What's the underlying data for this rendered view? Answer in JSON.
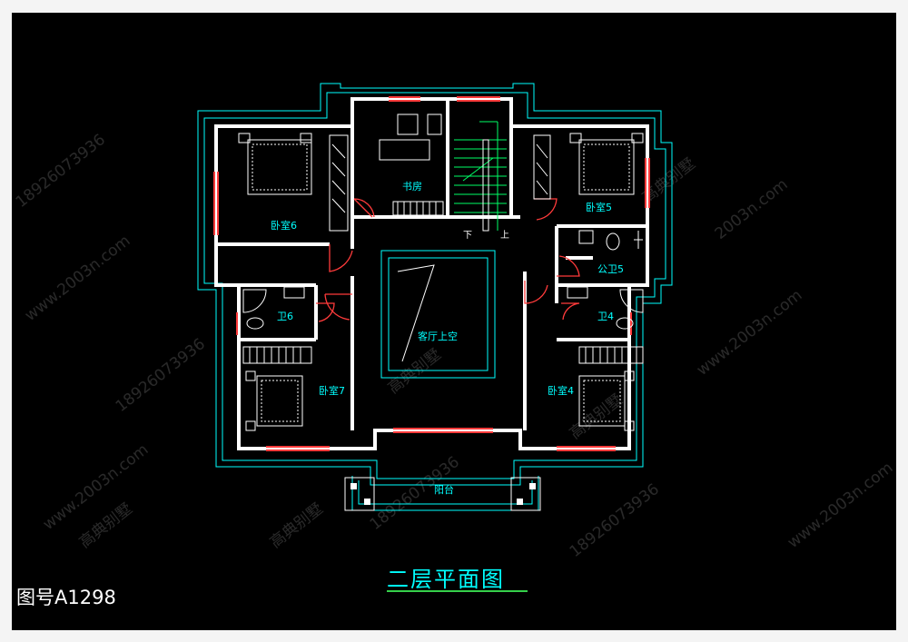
{
  "drawing": {
    "title": "二层平面图",
    "drawing_number": "图号A1298"
  },
  "rooms": {
    "study": "书房",
    "bedroom_5": "卧室5",
    "bedroom_6": "卧室6",
    "bedroom_7": "卧室7",
    "bedroom_4": "卧室4",
    "bath_6": "卫6",
    "bath_4": "卫4",
    "public_bath_5": "公卫5",
    "living_void": "客厅上空",
    "balcony": "阳台",
    "stair_down": "下",
    "stair_up": "上"
  },
  "watermarks": {
    "phone": "18926073936",
    "site": "www.2003n.com",
    "site_short": "2003n.com",
    "brand": "高典别墅"
  },
  "colors": {
    "wall": "#ffffff",
    "outline": "#00ffff",
    "window": "#ff3b3b",
    "door": "#ff3b3b",
    "stair": "#00ff66",
    "fixture": "#ffffff"
  }
}
